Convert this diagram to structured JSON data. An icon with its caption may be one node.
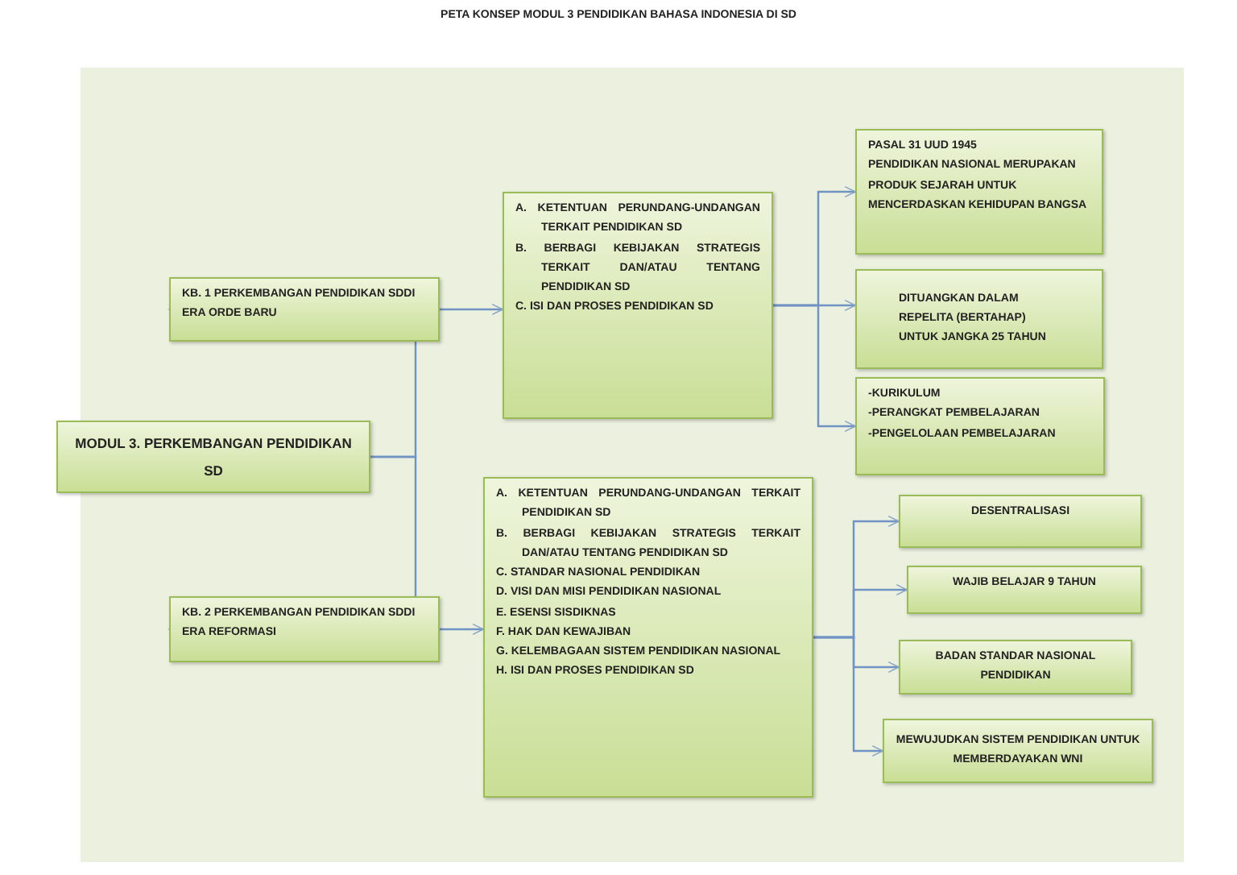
{
  "diagram": {
    "title": "PETA KONSEP MODUL 3 PENDIDIKAN BAHASA INDONESIA DI SD",
    "nodes": [
      {
        "text": [
          "MODUL 3. PERKEMBANGAN PENDIDIKAN SD"
        ]
      },
      {
        "text": [
          "KB. 1 PERKEMBANGAN PENDIDIKAN SDDI ERA ORDE BARU"
        ]
      },
      {
        "text": [
          "A. KETENTUAN PERUNDANG-UNDANGAN TERKAIT PENDIDIKAN SD",
          "B. BERBAGI KEBIJAKAN STRATEGIS TERKAIT DAN/ATAU TENTANG PENDIDIKAN SD",
          "C. ISI DAN PROSES PENDIDIKAN SD"
        ]
      },
      {
        "text": [
          "PASAL 31 UUD 1945",
          "PENDIDIKAN NASIONAL MERUPAKAN PRODUK SEJARAH UNTUK MENCERDASKAN KEHIDUPAN BANGSA"
        ]
      },
      {
        "text": [
          "DITUANGKAN DALAM REPELITA (BERTAHAP) UNTUK JANGKA 25 TAHUN"
        ]
      },
      {
        "text": [
          "-KURIKULUM",
          "-PERANGKAT PEMBELAJARAN",
          "-PENGELOLAAN PEMBELAJARAN"
        ]
      },
      {
        "text": [
          "KB. 2 PERKEMBANGAN PENDIDIKAN SDDI ERA REFORMASI"
        ]
      },
      {
        "text": [
          "A. KETENTUAN PERUNDANG-UNDANGAN TERKAIT PENDIDIKAN SD",
          "B. BERBAGI KEBIJAKAN STRATEGIS TERKAIT DAN/ATAU TENTANG PENDIDIKAN SD",
          "C. STANDAR NASIONAL PENDIDIKAN",
          "D. VISI DAN MISI PENDIDIKAN NASIONAL",
          "E. ESENSI SISDIKNAS",
          "F. HAK DAN KEWAJIBAN",
          "G. KELEMBAGAAN SISTEM PENDIDIKAN NASIONAL",
          "H. ISI DAN PROSES PENDIDIKAN SD"
        ]
      },
      {
        "text": [
          "DESENTRALISASI"
        ]
      },
      {
        "text": [
          "WAJIB BELAJAR 9 TAHUN"
        ]
      },
      {
        "text": [
          "BADAN STANDAR NASIONAL PENDIDIKAN"
        ]
      },
      {
        "text": [
          "MEWUJUDKAN SISTEM PENDIDIKAN UNTUK MEMBERDAYAKAN WNI"
        ]
      }
    ],
    "edges": [
      {
        "from": 0,
        "to": 1,
        "arrow": "to"
      },
      {
        "from": 0,
        "to": 6,
        "arrow": "to"
      },
      {
        "from": 1,
        "to": 2,
        "arrow": "to"
      },
      {
        "from": 6,
        "to": 7,
        "arrow": "to"
      },
      {
        "from": 2,
        "to": 3,
        "arrow": "to"
      },
      {
        "from": 2,
        "to": 4,
        "arrow": "to"
      },
      {
        "from": 2,
        "to": 5,
        "arrow": "to"
      },
      {
        "from": 7,
        "to": 8,
        "arrow": "to"
      },
      {
        "from": 7,
        "to": 9,
        "arrow": "to"
      },
      {
        "from": 7,
        "to": 10,
        "arrow": "to"
      },
      {
        "from": 7,
        "to": 11,
        "arrow": "to"
      }
    ]
  }
}
